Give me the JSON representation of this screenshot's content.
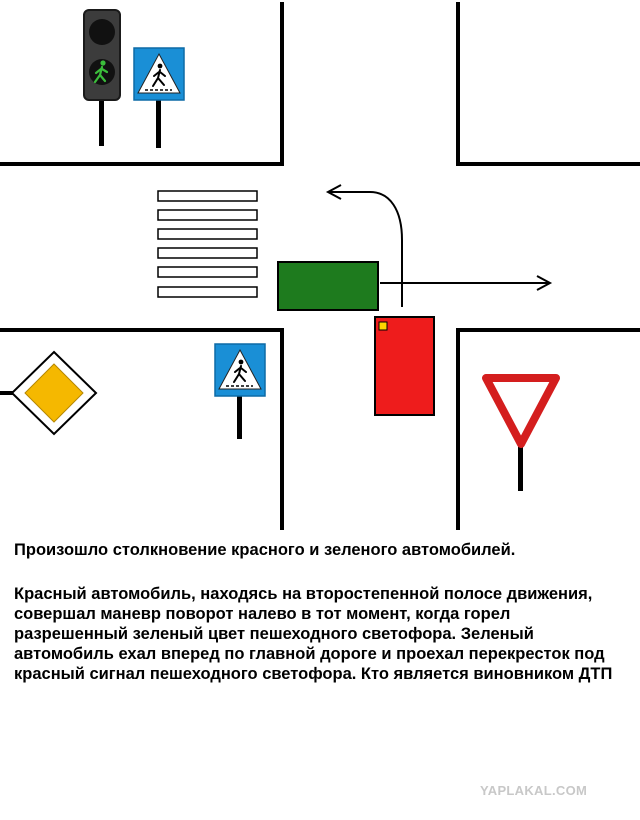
{
  "caption": {
    "headline": "Произошло столкновение красного и зеленого автомобилей.",
    "body": "Красный автомобиль, находясь на второстепенной полосе движения, совершал маневр поворот налево в тот момент, когда горел разрешенный зеленый цвет пешеходного светофора. Зеленый автомобиль ехал вперед по главной дороге и проехал перекресток под красный сигнал пешеходного светофора. Кто является виновником ДТП"
  },
  "watermark": "YAPLAKAL.COM",
  "colors": {
    "road_line": "#000000",
    "green_car": "#1e7b1e",
    "red_car": "#ee1c1c",
    "car_marker": "#ffd400",
    "sign_blue": "#1a8fd6",
    "priority_sign": "#f5b800",
    "yield_border": "#d41e1e",
    "ped_green_light": "#3bbd3b",
    "traffic_light_body": "#3c3c3c"
  },
  "icons": [
    "pedestrian-traffic-light-icon",
    "pedestrian-crossing-sign-icon",
    "priority-road-sign-icon",
    "yield-sign-icon",
    "left-turn-arrow-icon",
    "straight-arrow-icon"
  ]
}
